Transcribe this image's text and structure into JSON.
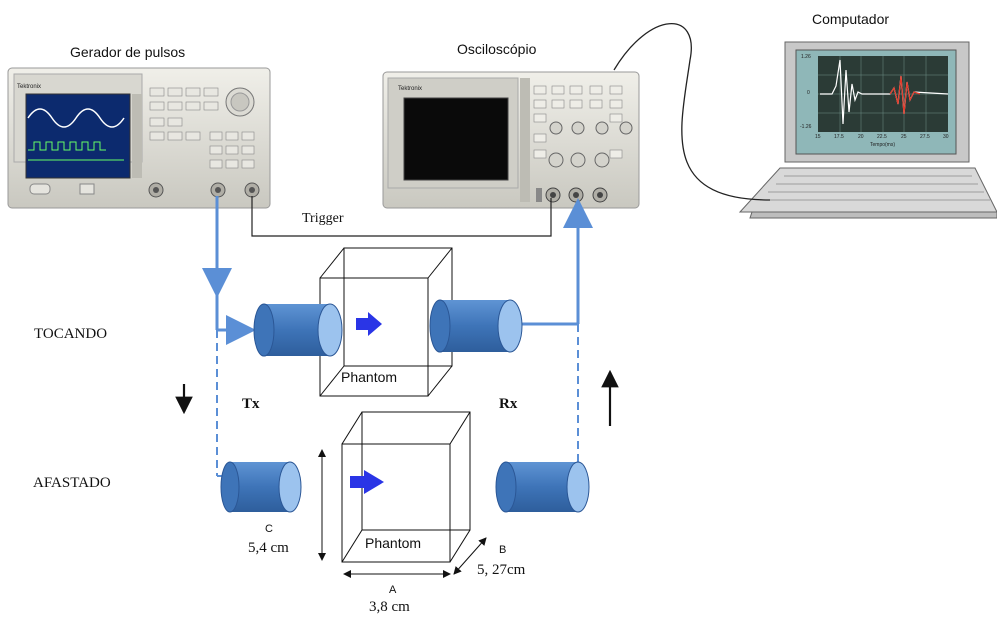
{
  "devices": {
    "generator_label": "Gerador de pulsos",
    "oscilloscope_label": "Osciloscópio",
    "computer_label": "Computador",
    "generator_brand": "Tektronix",
    "oscilloscope_brand": "Tektronix",
    "laptop_screen": {
      "y_ticks": [
        "1.26",
        "0",
        "-1.26"
      ],
      "x_ticks": [
        "15",
        "17.5",
        "20",
        "22.5",
        "25",
        "27.5",
        "30"
      ],
      "x_label": "Tempo(ms)"
    }
  },
  "signals": {
    "trigger_label": "Trigger"
  },
  "states": {
    "touching_label": "TOCANDO",
    "apart_label": "AFASTADO"
  },
  "transducers": {
    "tx_label": "Tx",
    "rx_label": "Rx"
  },
  "phantom": {
    "top_label": "Phantom",
    "bottom_label": "Phantom"
  },
  "dimensions": {
    "a_letter": "A",
    "a_value": "3,8 cm",
    "b_letter": "B",
    "b_value": "5, 27cm",
    "c_letter": "C",
    "c_value": "5,4 cm"
  },
  "colors": {
    "cable_blue": "#5b8fd6",
    "transducer_fill": "#4a7fc1",
    "transducer_face": "#9cc3ee",
    "arrow_blue": "#2a35e6",
    "wire_black": "#222222"
  }
}
